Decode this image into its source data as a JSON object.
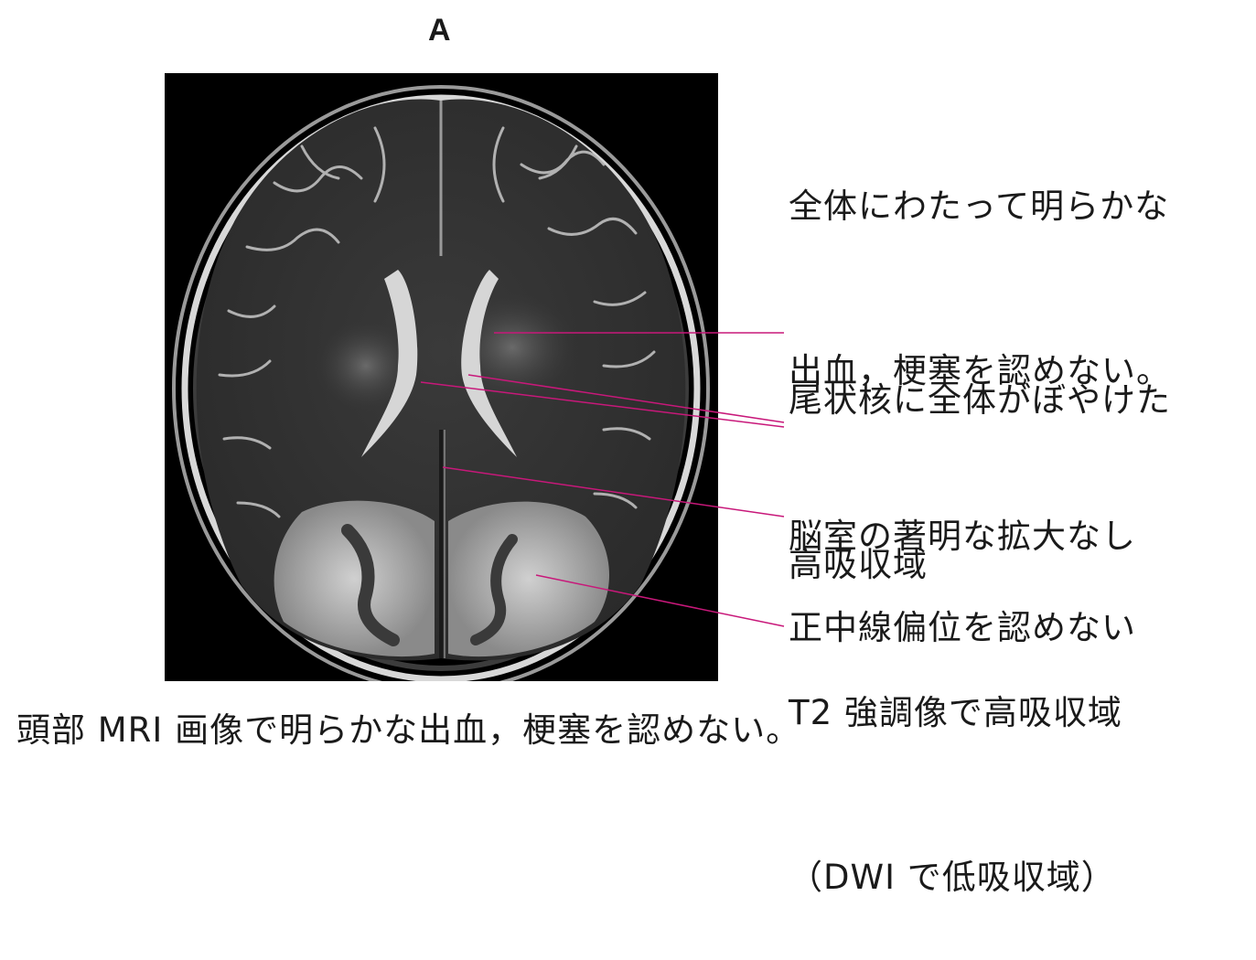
{
  "panel_label": "A",
  "annotations": [
    {
      "lines": [
        "全体にわたって明らかな",
        "出血，梗塞を認めない。"
      ]
    },
    {
      "lines": [
        "尾状核に全体がぼやけた",
        "高吸収域"
      ]
    },
    {
      "lines": [
        "脳室の著明な拡大なし"
      ]
    },
    {
      "lines": [
        "正中線偏位を認めない"
      ]
    },
    {
      "lines": [
        "T2 強調像で高吸収域",
        "（DWI で低吸収域）"
      ]
    }
  ],
  "caption": "頭部 MRI 画像で明らかな出血，梗塞を認めない。",
  "colors": {
    "leader": "#c8187a",
    "background": "#ffffff",
    "text": "#1a1a1a"
  }
}
